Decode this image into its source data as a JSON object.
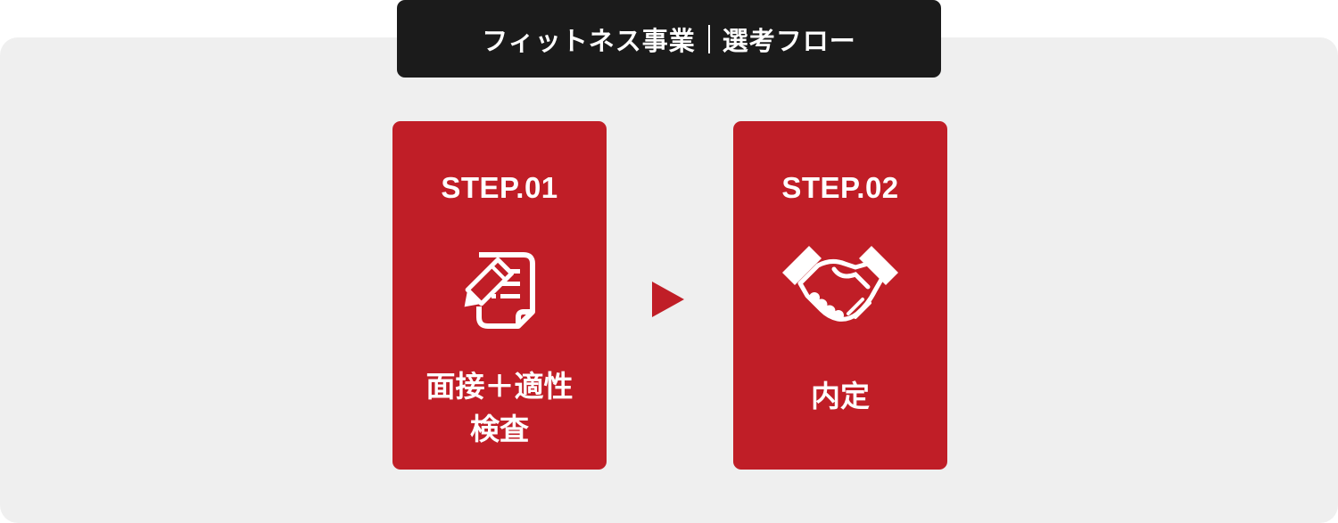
{
  "header": {
    "title_left": "フィットネス事業",
    "title_right": "選考フロー"
  },
  "steps": [
    {
      "label": "STEP.01",
      "name": "面接＋適性\n検査",
      "icon": "document-pencil-icon"
    },
    {
      "label": "STEP.02",
      "name": "内定",
      "icon": "handshake-icon"
    }
  ],
  "colors": {
    "accent": "#c01e27",
    "title_bg": "#1b1b1b",
    "panel_bg": "#efefef",
    "text_on_accent": "#ffffff"
  }
}
